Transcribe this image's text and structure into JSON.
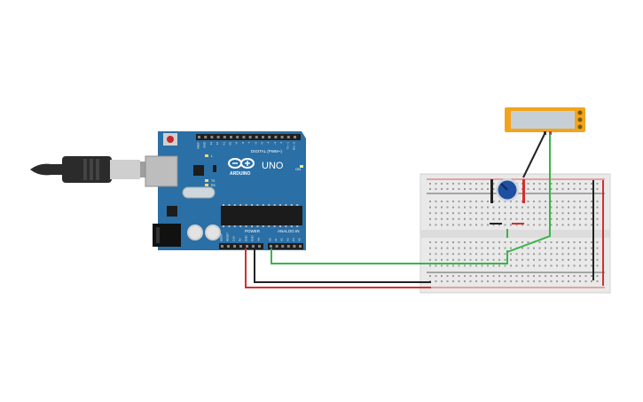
{
  "arduino": {
    "board_name": "UNO",
    "logo_text": "ARDUINO",
    "digital_label": "DIGITAL (PWM~)",
    "power_label": "POWER",
    "analog_label": "ANALOG IN",
    "on_led_label": "ON",
    "tx_label": "TX",
    "rx_label": "RX",
    "l_label": "L",
    "digital_pins": [
      "AREF",
      "GND",
      "13",
      "12",
      "~11",
      "~10",
      "~9",
      "8",
      "7",
      "~6",
      "~5",
      "4",
      "~3",
      "2",
      "TX→1",
      "RX←0"
    ],
    "power_pins": [
      "IOREF",
      "RESET",
      "3.3V",
      "5V",
      "GND",
      "GND",
      "Vin"
    ],
    "analog_pins": [
      "A0",
      "A1",
      "A2",
      "A3",
      "A4",
      "A5"
    ]
  },
  "colors": {
    "board": "#2a6fa6",
    "header": "#222222",
    "wire_green": "#39b54a",
    "wire_red": "#d32f2f",
    "wire_black": "#222222",
    "breadboard": "#e9e9e9",
    "display_frame": "#f2a41c",
    "display_screen": "#c7cfd6",
    "pot_knob": "#1f4fa0"
  },
  "icons": [
    "usb-plug-icon",
    "reset-button-icon",
    "arduino-logo-icon",
    "potentiometer-icon",
    "display-module-icon"
  ]
}
